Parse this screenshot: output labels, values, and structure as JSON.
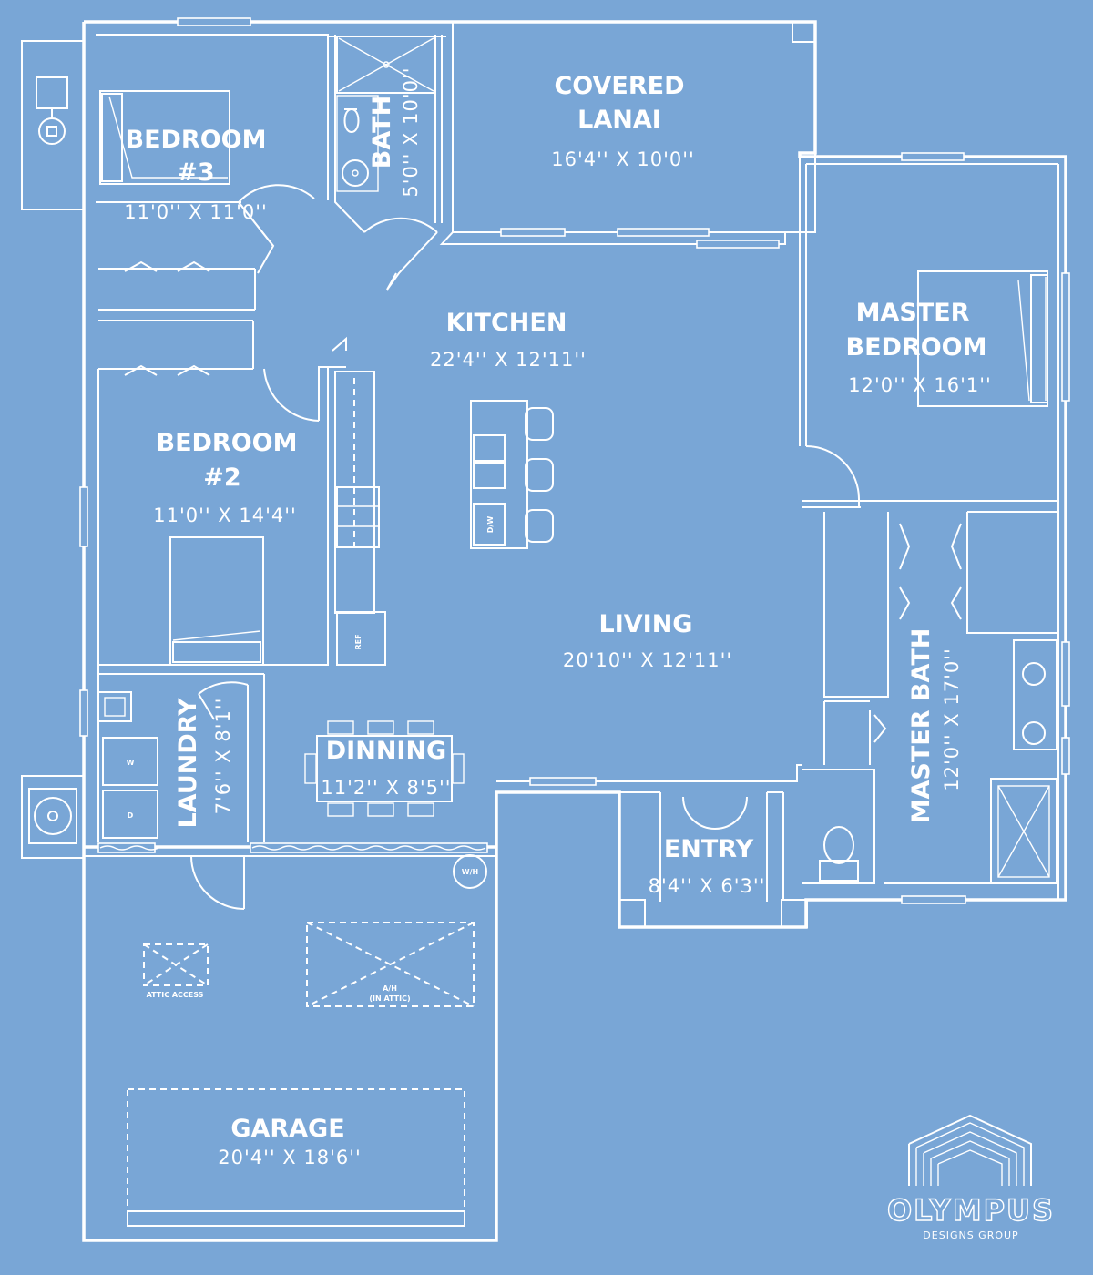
{
  "rooms": {
    "bedroom3": {
      "name_line1": "BEDROOM",
      "name_line2": "#3",
      "dims": "11'0'' X 11'0''"
    },
    "bath": {
      "name": "BATH",
      "dims": "5'0'' X 10'0''"
    },
    "lanai": {
      "name_line1": "COVERED",
      "name_line2": "LANAI",
      "dims": "16'4'' X 10'0''"
    },
    "master_bedroom": {
      "name_line1": "MASTER",
      "name_line2": "BEDROOM",
      "dims": "12'0'' X 16'1''"
    },
    "kitchen": {
      "name": "KITCHEN",
      "dims": "22'4'' X 12'11''"
    },
    "bedroom2": {
      "name_line1": "BEDROOM",
      "name_line2": "#2",
      "dims": "11'0'' X 14'4''"
    },
    "living": {
      "name": "LIVING",
      "dims": "20'10'' X 12'11''"
    },
    "laundry": {
      "name": "LAUNDRY",
      "dims": "7'6'' X 8'1''"
    },
    "dinning": {
      "name": "DINNING",
      "dims": "11'2'' X 8'5''"
    },
    "master_bath": {
      "name": "MASTER BATH",
      "dims": "12'0'' X 17'0''"
    },
    "entry": {
      "name": "ENTRY",
      "dims": "8'4'' X 6'3''"
    },
    "garage": {
      "name": "GARAGE",
      "dims": "20'4'' X 18'6''"
    }
  },
  "fixtures": {
    "water_heater": "W/H",
    "dishwasher": "D/W",
    "fridge": "REF",
    "washer": "W",
    "dryer": "D",
    "attic_access": "ATTIC ACCESS",
    "ah_line1": "A/H",
    "ah_line2": "(IN ATTIC)"
  },
  "logo": {
    "name": "OLYMPUS",
    "tagline": "DESIGNS GROUP"
  },
  "colors": {
    "background": "#79a6d6",
    "lines": "#ffffff"
  }
}
